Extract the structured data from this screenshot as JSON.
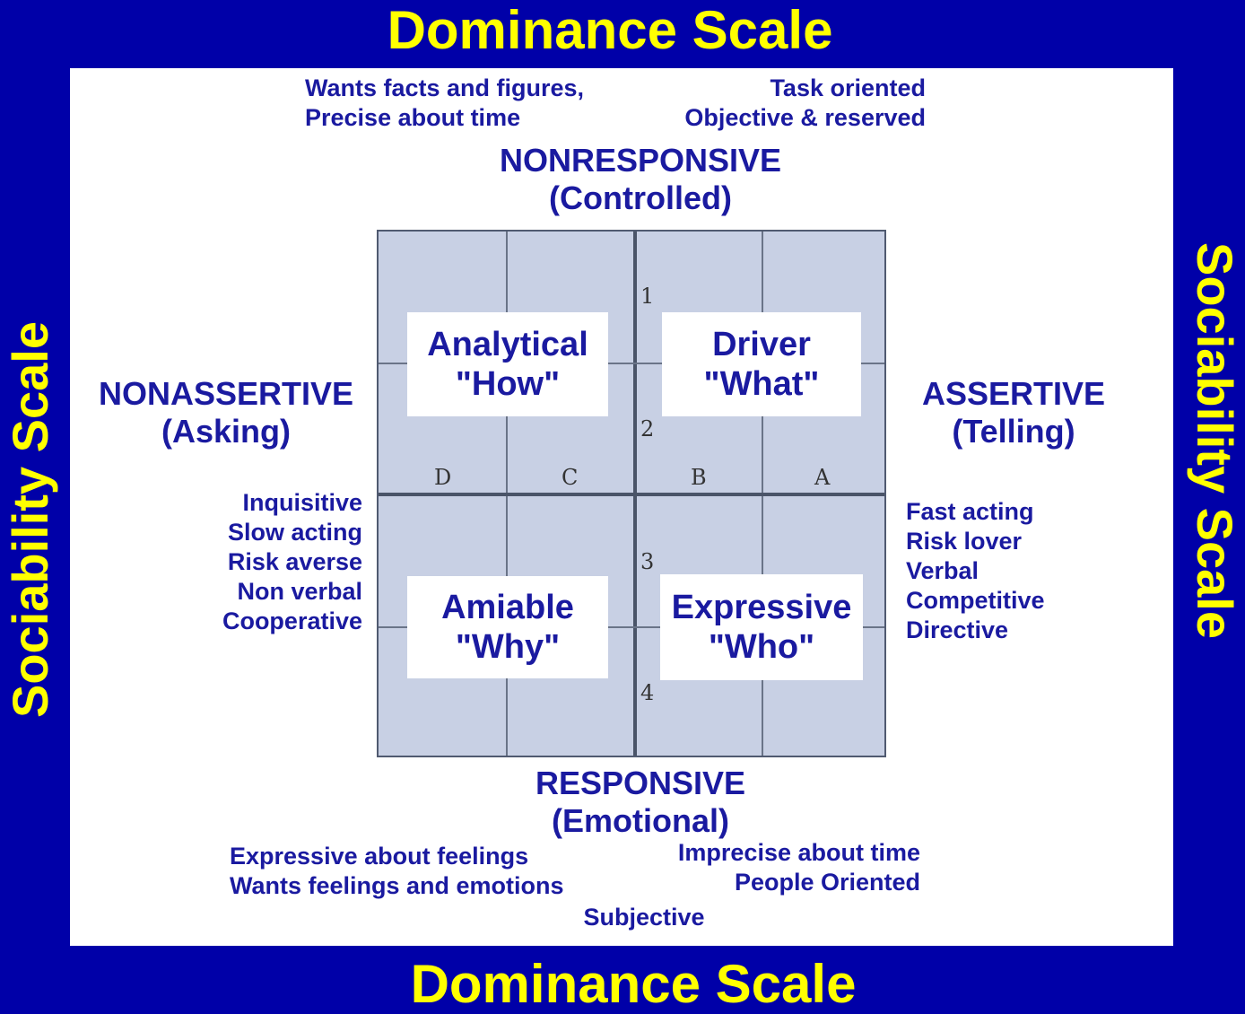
{
  "titles": {
    "top": "Dominance Scale",
    "bottom": "Dominance Scale",
    "left": "Sociability Scale",
    "right": "Sociability Scale"
  },
  "top_traits": {
    "left": [
      "Wants facts and figures,",
      "Precise about time"
    ],
    "right": [
      "Task oriented",
      "Objective & reserved"
    ]
  },
  "axis_labels": {
    "top": [
      "NONRESPONSIVE",
      "(Controlled)"
    ],
    "bottom": [
      "RESPONSIVE",
      "(Emotional)"
    ],
    "left": [
      "NONASSERTIVE",
      "(Asking)"
    ],
    "right": [
      "ASSERTIVE",
      "(Telling)"
    ]
  },
  "left_traits": [
    "Inquisitive",
    "Slow acting",
    "Risk averse",
    "Non verbal",
    "Cooperative"
  ],
  "right_traits": [
    "Fast acting",
    "Risk lover",
    "Verbal",
    "Competitive",
    "Directive"
  ],
  "bottom_traits": {
    "left": [
      "Expressive about feelings",
      "Wants feelings and emotions"
    ],
    "right": [
      "Imprecise about time",
      "People Oriented"
    ],
    "center": "Subjective"
  },
  "quadrants": {
    "analytical": [
      "Analytical",
      "\"How\""
    ],
    "driver": [
      "Driver",
      "\"What\""
    ],
    "amiable": [
      "Amiable",
      "\"Why\""
    ],
    "expressive": [
      "Expressive",
      "\"Who\""
    ]
  },
  "grid_letters": [
    "D",
    "C",
    "B",
    "A"
  ],
  "grid_numbers": [
    "1",
    "2",
    "3",
    "4"
  ],
  "colors": {
    "frame": "#0000a8",
    "title": "#ffff00",
    "text": "#1a1aa0",
    "grid": "#c8d0e4"
  }
}
